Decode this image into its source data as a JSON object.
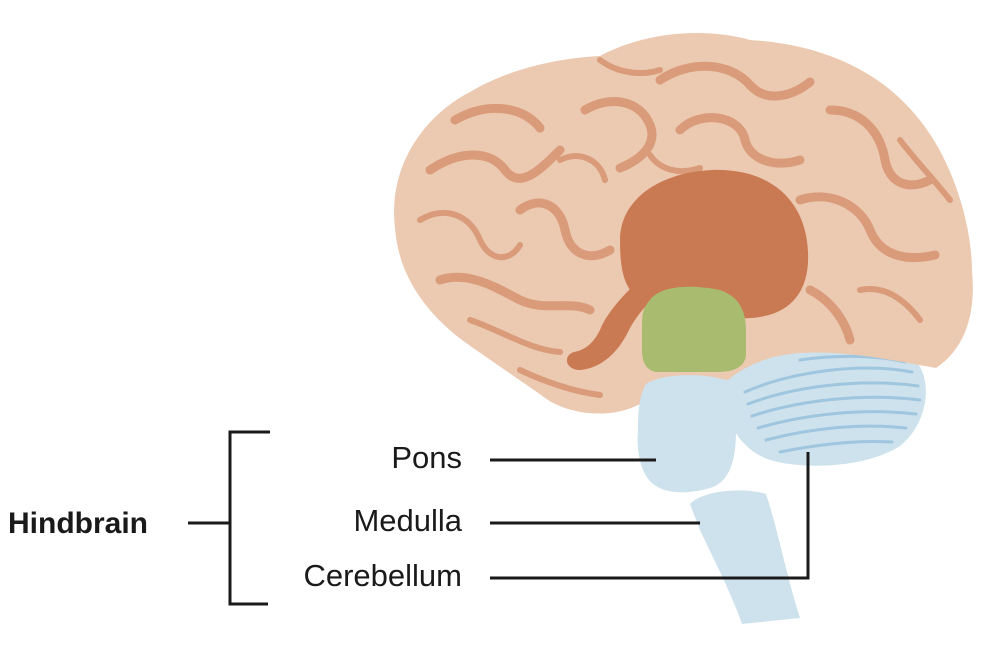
{
  "diagram": {
    "group_label": "Hindbrain",
    "parts": [
      {
        "label": "Pons"
      },
      {
        "label": "Medulla"
      },
      {
        "label": "Cerebellum"
      }
    ]
  },
  "colors": {
    "cerebrum": "#ecc9b1",
    "cerebrum_folds": "#d99b79",
    "thalamus": "#c97a52",
    "midbrain": "#a9bb6f",
    "hindbrain": "#cde2ed",
    "cerebellum_folds": "#9fc6de",
    "label_line": "#1a1a1a"
  }
}
